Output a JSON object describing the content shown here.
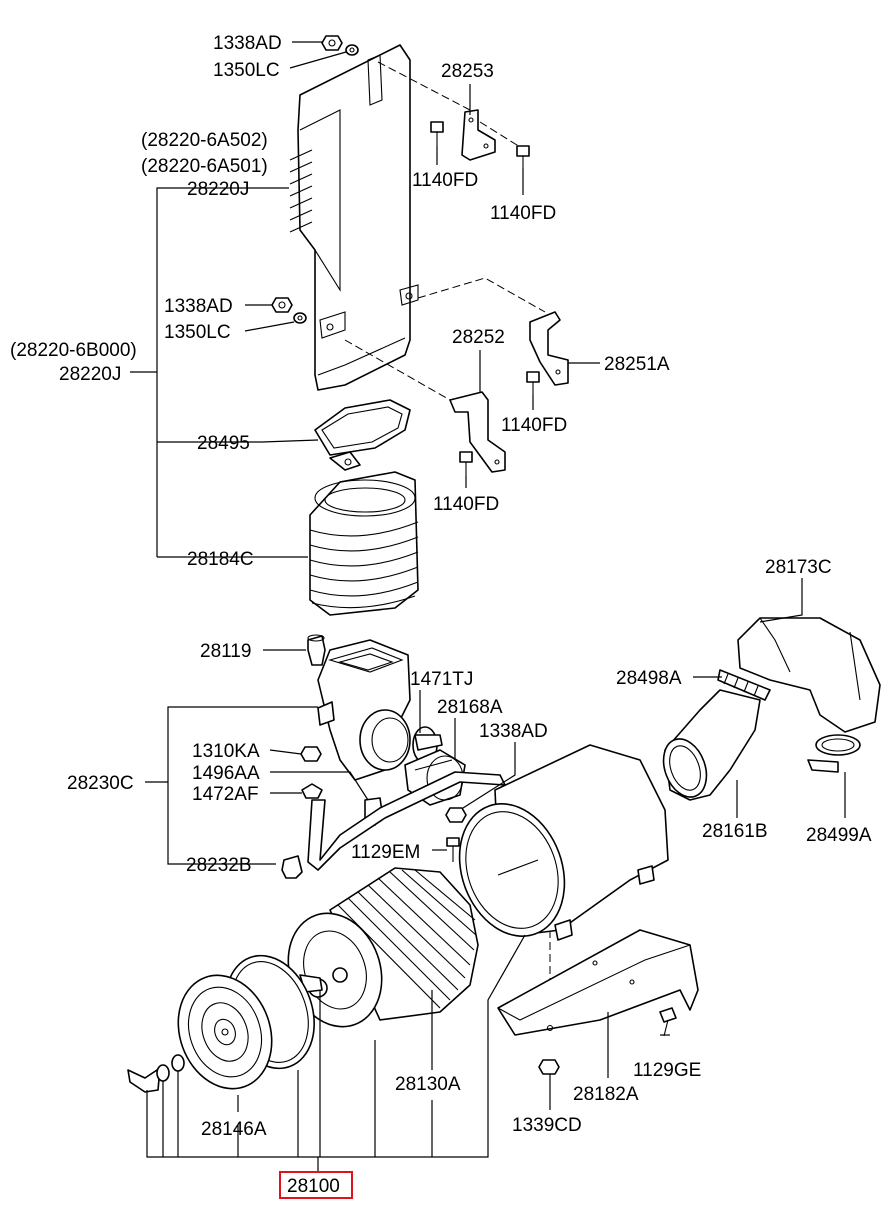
{
  "labels": {
    "l1338AD_top": "1338AD",
    "l1350LC_top": "1350LC",
    "l28253": "28253",
    "l28220_6A502": "(28220-6A502)",
    "l28220_6A501": "(28220-6A501)",
    "l28220J_top": "28220J",
    "l1140FD_a": "1140FD",
    "l1140FD_b": "1140FD",
    "l1338AD_mid": "1338AD",
    "l1350LC_mid": "1350LC",
    "l28252": "28252",
    "l28251A": "28251A",
    "l28220_6B000": "(28220-6B000)",
    "l28220J_mid": "28220J",
    "l1140FD_c": "1140FD",
    "l28495": "28495",
    "l1140FD_d": "1140FD",
    "l28184C": "28184C",
    "l28173C": "28173C",
    "l28119": "28119",
    "l1471TJ": "1471TJ",
    "l28498A": "28498A",
    "l28168A": "28168A",
    "l1338AD_low": "1338AD",
    "l1310KA": "1310KA",
    "l28230C": "28230C",
    "l1496AA": "1496AA",
    "l1472AF": "1472AF",
    "l28161B": "28161B",
    "l28499A": "28499A",
    "l1129EM": "1129EM",
    "l28232B": "28232B",
    "l28130A": "28130A",
    "l1129GE": "1129GE",
    "l28182A": "28182A",
    "l28146A": "28146A",
    "l1339CD": "1339CD",
    "l28100": "28100"
  },
  "colors": {
    "highlight": "#e0141e",
    "ink": "#000000"
  }
}
